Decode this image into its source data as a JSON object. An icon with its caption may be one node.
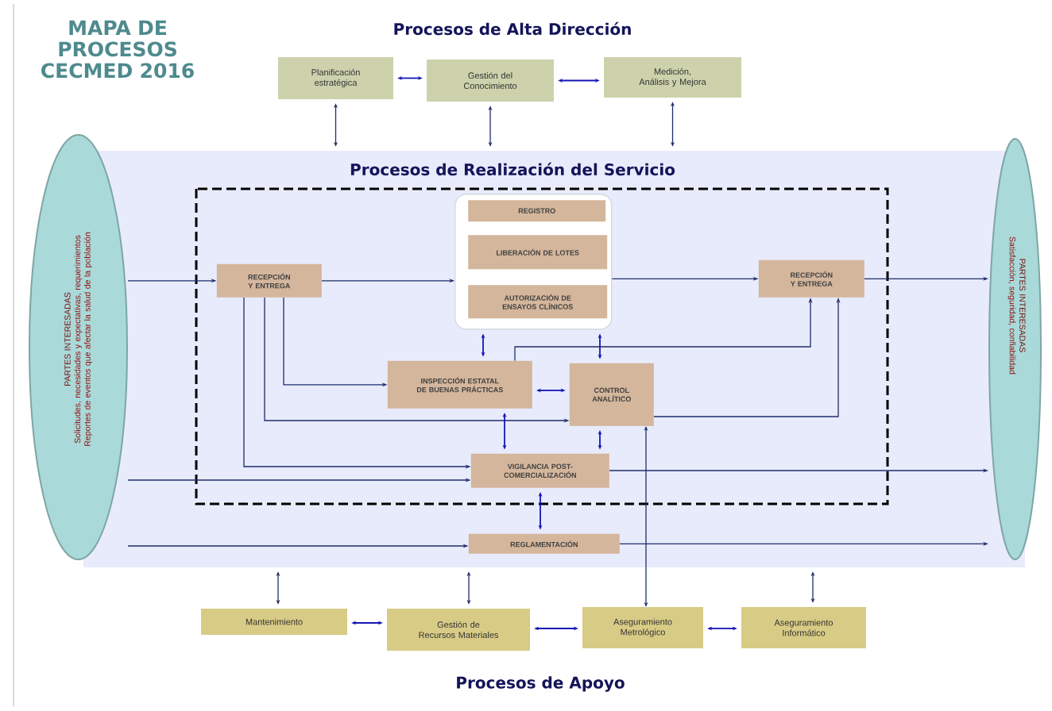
{
  "diagram": {
    "title": "MAPA DE PROCESOS CECMED 2016",
    "nodes": [
      {
        "text": [
          "Planificación estratégica"
        ]
      },
      {
        "text": [
          "Gestión del Conocimiento"
        ]
      },
      {
        "text": [
          "Medición, Análisis y Mejora"
        ]
      },
      {
        "text": [
          "Procesos de Realización del Servicio"
        ]
      },
      {
        "text": [
          "PARTES INTERESADAS",
          "Solicitudes, necesidades y expectativas, requerimientos Reportes de eventos que afectar la salud de la población"
        ]
      },
      {
        "text": [
          "RECEPCIÓN Y ENTREGA"
        ],
        "in": 3
      },
      {
        "text": [],
        "shape": "box",
        "in": 3
      },
      {
        "text": [
          "REGISTRO"
        ],
        "in": 6
      },
      {
        "text": [
          "LIBERACIÓN DE LOTES"
        ],
        "in": 6
      },
      {
        "text": [
          "AUTORIZACIÓN DE ENSAYOS CLÍNICOS"
        ],
        "in": 6
      },
      {
        "text": [
          "RECEPCIÓN Y ENTREGA"
        ],
        "in": 3
      },
      {
        "text": [
          "INSPECCIÓN ESTATAL DE BUENAS PRÁCTICAS"
        ],
        "in": 3
      },
      {
        "text": [
          "CONTROL ANALÍTICO"
        ],
        "in": 3
      },
      {
        "text": [
          "VIGILANCIA POST-COMERCIALIZACIÓN"
        ],
        "in": 3
      },
      {
        "text": [
          "REGLAMENTACIÓN"
        ],
        "in": 3
      },
      {
        "text": [
          "PARTES INTERESADAS",
          "Satisfacción, seguridad, confiabilidad"
        ]
      },
      {
        "text": [
          "Mantenimiento"
        ]
      },
      {
        "text": [
          "Gestión de Recursos Materiales"
        ]
      },
      {
        "text": [
          "Aseguramiento Metrológico"
        ]
      },
      {
        "text": [
          "Aseguramiento Informático"
        ]
      }
    ],
    "edges": [
      {
        "from": 0,
        "to": 1,
        "arrow": "both",
        "color": "#1515b5"
      },
      {
        "from": 1,
        "to": 2,
        "arrow": "both",
        "color": "#1515b5"
      },
      {
        "from": 0,
        "to": 3,
        "arrow": "both"
      },
      {
        "from": 1,
        "to": 3,
        "arrow": "both"
      },
      {
        "from": 2,
        "to": 3,
        "arrow": "both"
      },
      {
        "from": 4,
        "to": 5,
        "arrow": "to"
      },
      {
        "from": 5,
        "to": 6,
        "arrow": "to"
      },
      {
        "from": 6,
        "to": 10,
        "arrow": "to"
      },
      {
        "from": 10,
        "to": 15,
        "arrow": "to"
      },
      {
        "from": 5,
        "to": 11,
        "arrow": "to"
      },
      {
        "from": 5,
        "to": 12,
        "arrow": "to"
      },
      {
        "from": 5,
        "to": 13,
        "arrow": "to"
      },
      {
        "from": 4,
        "to": 13,
        "arrow": "to"
      },
      {
        "from": 6,
        "to": 11,
        "arrow": "both",
        "color": "#1515b5"
      },
      {
        "from": 6,
        "to": 12,
        "arrow": "both",
        "color": "#1515b5"
      },
      {
        "from": 11,
        "to": 10,
        "arrow": "to"
      },
      {
        "from": 12,
        "to": 10,
        "arrow": "to"
      },
      {
        "from": 11,
        "to": 12,
        "arrow": "both",
        "color": "#1515b5"
      },
      {
        "from": 11,
        "to": 13,
        "arrow": "both",
        "color": "#1515b5"
      },
      {
        "from": 12,
        "to": 13,
        "arrow": "both",
        "color": "#1515b5"
      },
      {
        "from": 13,
        "to": 15,
        "arrow": "to"
      },
      {
        "from": 13,
        "to": 14,
        "arrow": "both",
        "color": "#1515b5"
      },
      {
        "from": 4,
        "to": 14,
        "arrow": "to"
      },
      {
        "from": 14,
        "to": 15,
        "arrow": "to"
      },
      {
        "from": 3,
        "to": 16,
        "arrow": "both"
      },
      {
        "from": 3,
        "to": 17,
        "arrow": "both"
      },
      {
        "from": 3,
        "to": 19,
        "arrow": "both"
      },
      {
        "from": 12,
        "to": 18,
        "arrow": "both"
      },
      {
        "from": 16,
        "to": 17,
        "arrow": "both",
        "color": "#1515b5"
      },
      {
        "from": 17,
        "to": 18,
        "arrow": "both",
        "color": "#1515b5"
      },
      {
        "from": 18,
        "to": 19,
        "arrow": "both",
        "color": "#1515b5"
      }
    ],
    "labels": [
      "Procesos de Alta Dirección",
      "Procesos de Apoyo"
    ]
  }
}
